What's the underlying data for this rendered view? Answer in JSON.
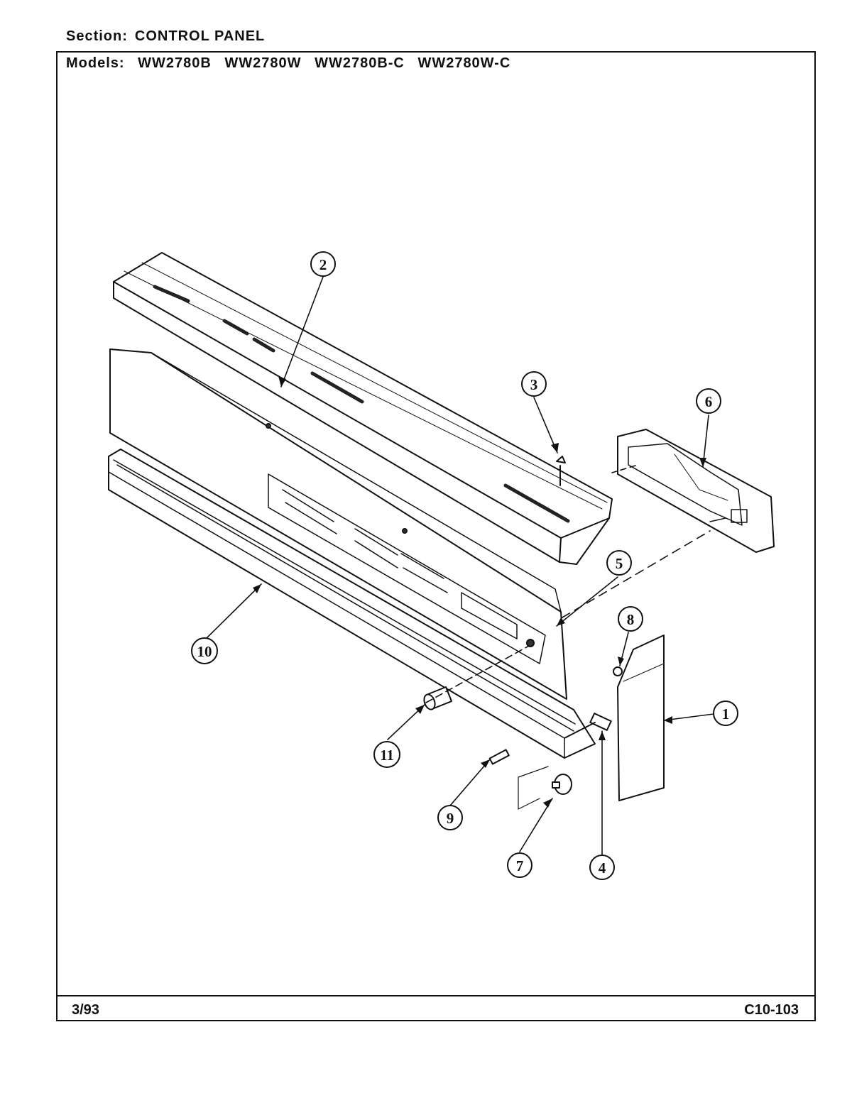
{
  "header": {
    "section_label": "Section:",
    "section_value": "CONTROL PANEL",
    "models_label": "Models:",
    "models": [
      "WW2780B",
      "WW2780W",
      "WW2780B-C",
      "WW2780W-C"
    ]
  },
  "callouts": [
    "1",
    "2",
    "3",
    "4",
    "5",
    "6",
    "7",
    "8",
    "9",
    "10",
    "11"
  ],
  "footer": {
    "date": "3/93",
    "code": "C10-103"
  }
}
